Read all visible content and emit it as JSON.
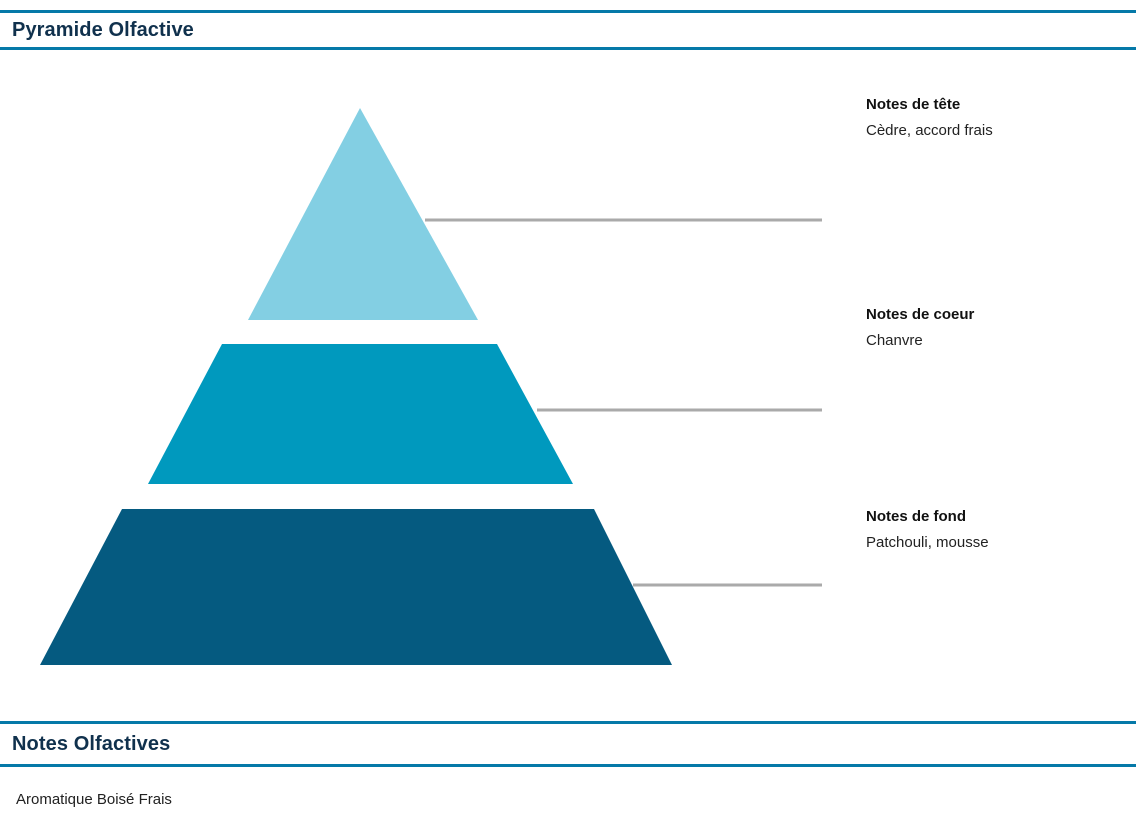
{
  "sections": [
    {
      "id": "pyramide",
      "title": "Pyramide Olfactive"
    },
    {
      "id": "notes",
      "title": "Notes Olfactives"
    }
  ],
  "pyramid": {
    "layers": [
      {
        "key": "tete",
        "title": "Notes de tête",
        "description": "Cèdre, accord frais",
        "color": "#83cfe3"
      },
      {
        "key": "coeur",
        "title": "Notes de coeur",
        "description": "Chanvre",
        "color": "#0099be"
      },
      {
        "key": "fond",
        "title": "Notes de fond",
        "description": "Patchouli, mousse",
        "color": "#055a80"
      }
    ],
    "leader_line_color": "#aaaaaa"
  },
  "notes_olfactives": {
    "text": "Aromatique Boisé Frais"
  },
  "colors": {
    "rule": "#0579a8",
    "heading_text": "#10314d",
    "body_text": "#222222",
    "background": "#ffffff"
  }
}
